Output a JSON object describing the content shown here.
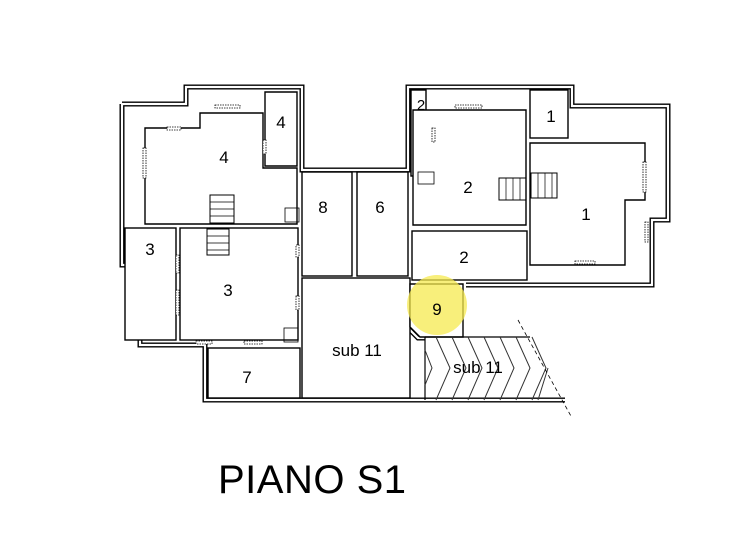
{
  "plan": {
    "title": "PIANO S1",
    "highlight_color": "#f5e94f",
    "rooms": {
      "r4_small": "4",
      "r4_big": "4",
      "r8": "8",
      "r6": "6",
      "r3_small": "3",
      "r3_big": "3",
      "r7": "7",
      "sub11": "sub 11",
      "r2_small": "2",
      "r2_big": "2",
      "r2_lower": "2",
      "r1_top": "1",
      "r1_big": "1",
      "r9": "9",
      "sub11_ramp": "sub 11"
    }
  }
}
